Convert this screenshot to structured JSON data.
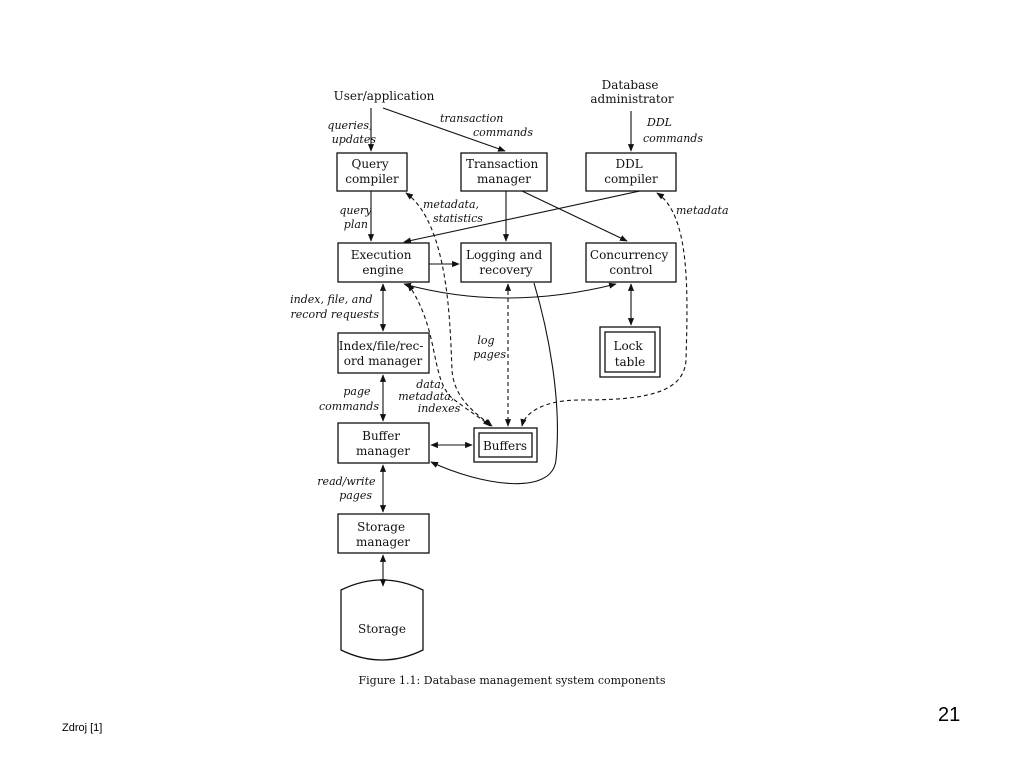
{
  "diagram": {
    "nodes": {
      "user_application": [
        "User/application"
      ],
      "database_administrator": [
        "Database",
        "administrator"
      ],
      "query_compiler": [
        "Query",
        "compiler"
      ],
      "transaction_manager": [
        "Transaction",
        "manager"
      ],
      "ddl_compiler": [
        "DDL",
        "compiler"
      ],
      "execution_engine": [
        "Execution",
        "engine"
      ],
      "logging_recovery": [
        "Logging and",
        "recovery"
      ],
      "concurrency_control": [
        "Concurrency",
        "control"
      ],
      "index_file_record_manager": [
        "Index/file/rec-",
        "ord manager"
      ],
      "lock_table": [
        "Lock",
        "table"
      ],
      "buffer_manager": [
        "Buffer",
        "manager"
      ],
      "buffers": [
        "Buffers"
      ],
      "storage_manager": [
        "Storage",
        "manager"
      ],
      "storage": [
        "Storage"
      ]
    },
    "edge_labels": {
      "queries_updates": [
        "queries,",
        "updates"
      ],
      "transaction_commands": [
        "transaction",
        "commands"
      ],
      "ddl_commands": [
        "DDL",
        "commands"
      ],
      "query_plan": [
        "query",
        "plan"
      ],
      "metadata_statistics": [
        "metadata,",
        "statistics"
      ],
      "metadata": [
        "metadata"
      ],
      "index_file_record_requests": [
        "index, file, and",
        "record requests"
      ],
      "log_pages": [
        "log",
        "pages"
      ],
      "page_commands": [
        "page",
        "commands"
      ],
      "data_metadata_indexes": [
        "data,",
        "metadata,",
        "indexes"
      ],
      "read_write_pages": [
        "read/write",
        "pages"
      ]
    },
    "caption": "Figure 1.1: Database management system components"
  },
  "footer": {
    "source": "Zdroj [1]",
    "page_number": "21"
  }
}
